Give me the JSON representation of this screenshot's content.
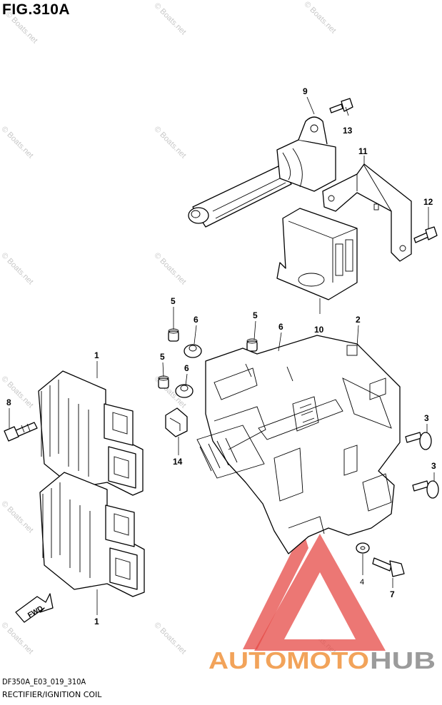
{
  "figure": {
    "title": "FIG.310A",
    "doc_code": "DF350A_E03_019_310A",
    "caption": "RECTIFIER/IGNITION COIL"
  },
  "callouts": [
    "9",
    "13",
    "11",
    "12",
    "10",
    "5",
    "6",
    "2",
    "5",
    "6",
    "5",
    "6",
    "1",
    "8",
    "14",
    "3",
    "3",
    "4",
    "7",
    "1"
  ],
  "fwd_label": "FWD",
  "watermark": {
    "text": "© Boats.net",
    "color": "#c8c8c8"
  },
  "logo": {
    "text_part1": "AUTOMOTO",
    "text_part2": "HUB",
    "color_part1": "#f2a35a",
    "color_part2": "#9b9b9b",
    "triangle_color": "#e64a45"
  }
}
